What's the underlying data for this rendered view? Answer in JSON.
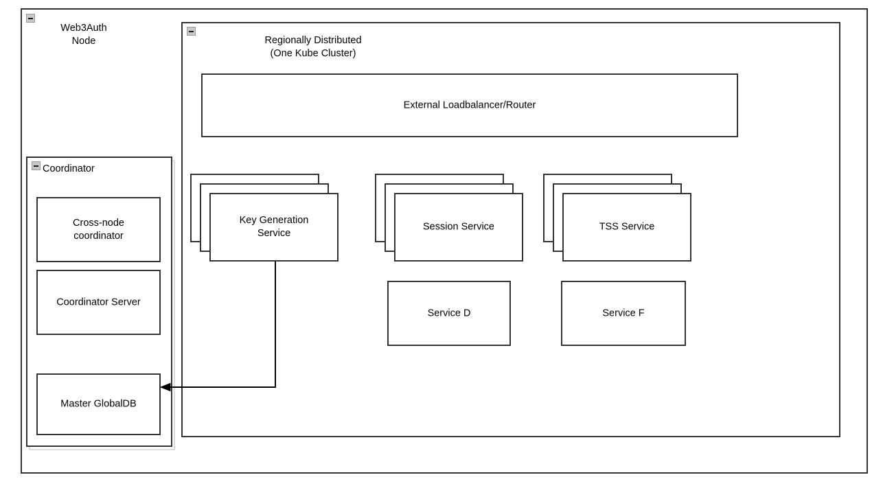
{
  "diagram": {
    "outer_node": {
      "title": "Web3Auth\nNode",
      "collapse_icon": "collapse-minus-icon"
    },
    "cluster": {
      "title": "Regionally Distributed\n(One Kube Cluster)",
      "collapse_icon": "collapse-minus-icon"
    },
    "coordinator": {
      "title": "Coordinator",
      "collapse_icon": "collapse-minus-icon",
      "boxes": [
        {
          "label": "Cross-node\ncoordinator"
        },
        {
          "label": "Coordinator Server"
        },
        {
          "label": "Master GlobalDB"
        }
      ]
    },
    "loadbalancer": {
      "label": "External Loadbalancer/Router"
    },
    "stacked_services": [
      {
        "label": "Key Generation\nService",
        "copies": 3
      },
      {
        "label": "Session Service",
        "copies": 3
      },
      {
        "label": "TSS Service",
        "copies": 3
      }
    ],
    "plain_services": [
      {
        "label": "Service D"
      },
      {
        "label": "Service F"
      }
    ],
    "connector": {
      "from": "Key Generation Service",
      "to": "Master GlobalDB",
      "arrow": "arrow-left-icon"
    },
    "colors": {
      "stroke": "#333333",
      "background": "#ffffff",
      "text": "#000000",
      "icon_fill": "#c8c8c8",
      "shadow_border": "#dcdcdc"
    }
  }
}
